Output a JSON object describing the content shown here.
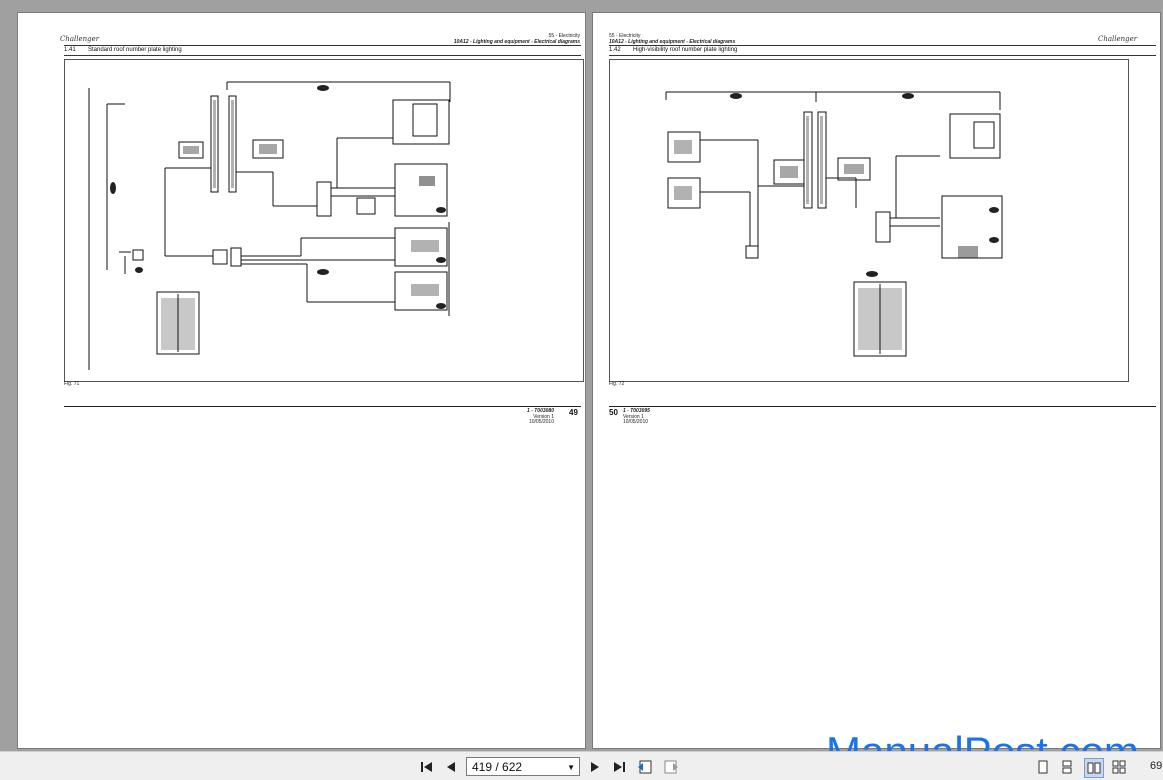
{
  "left_page": {
    "section": "55 - Electricity",
    "chapter": "10A12 - Lighting and equipment - Electrical diagrams",
    "diagram_number": "1.41",
    "diagram_title": "Standard roof number plate lighting",
    "footer_ref": "1 - T003080",
    "footer_version": "Version 1",
    "footer_date": "10/05/2010",
    "page_number": "49"
  },
  "right_page": {
    "section": "55 - Electricity",
    "chapter": "10A12 - Lighting and equipment - Electrical diagrams",
    "diagram_number": "1.42",
    "diagram_title": "High-visibility roof number plate lighting",
    "footer_ref": "1 - T003095",
    "footer_version": "Version 1",
    "footer_date": "10/05/2010",
    "page_number": "50"
  },
  "brand": "Challenger",
  "toolbar": {
    "page_indicator": "419 / 622",
    "zoom_partial": "69"
  },
  "watermark": "ManualPost.com",
  "icons": {
    "first_page": "first-page-icon",
    "prev_page": "prev-page-icon",
    "next_page": "next-page-icon",
    "last_page": "last-page-icon",
    "go_back": "go-back-icon",
    "go_forward": "go-forward-icon",
    "single_page_view": "single-page-view-icon",
    "continuous_view": "continuous-view-icon",
    "two_page_view": "two-page-view-icon",
    "two_page_continuous_view": "two-page-continuous-view-icon"
  }
}
